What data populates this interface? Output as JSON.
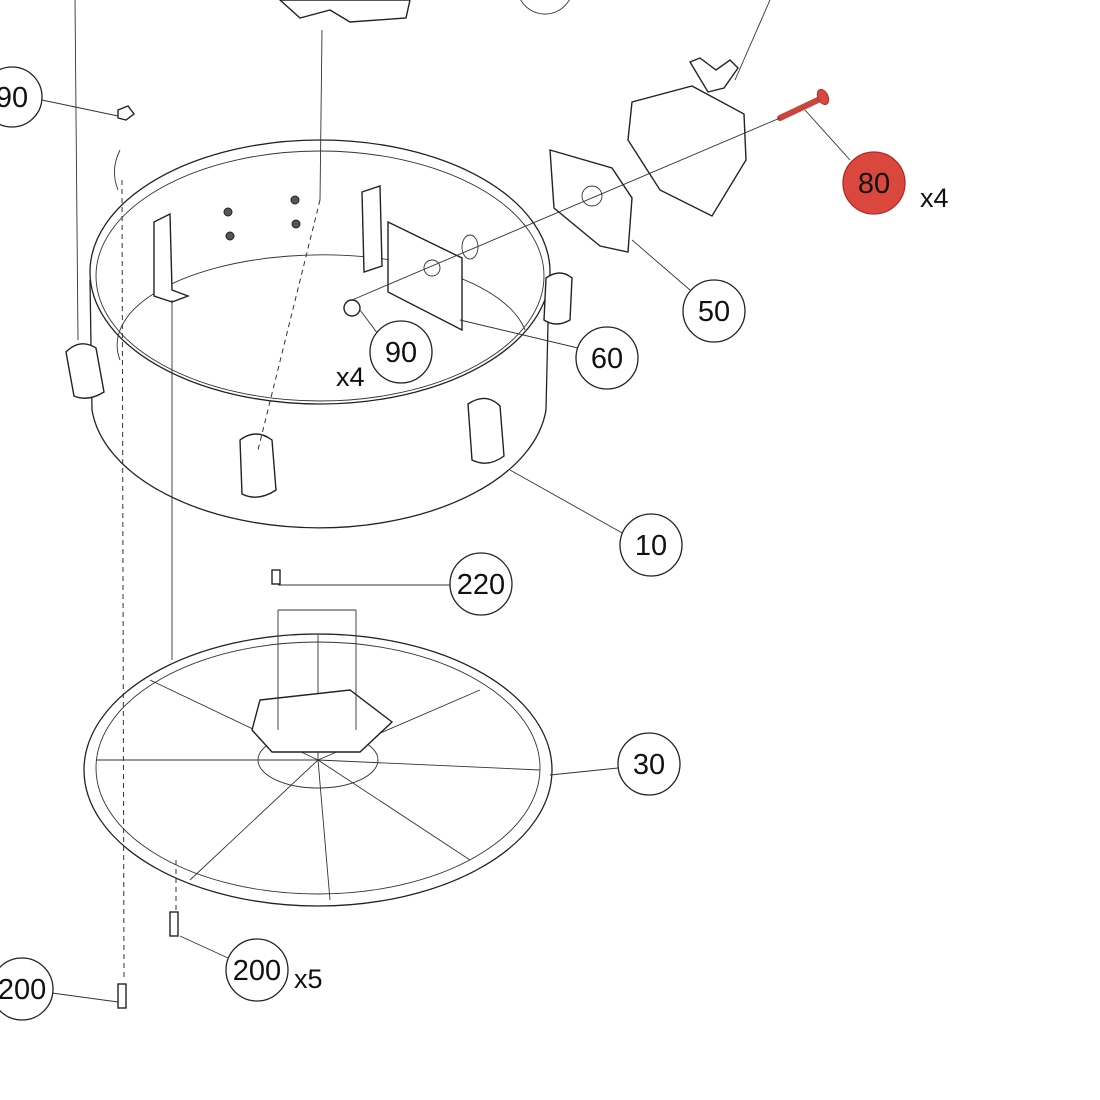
{
  "diagram": {
    "accent_color": "#d9473d",
    "callouts": [
      {
        "label": "90"
      },
      {
        "label": "80",
        "quantity": "x4",
        "highlighted": true
      },
      {
        "label": "50"
      },
      {
        "label": "60"
      },
      {
        "label": "90",
        "quantity": "x4"
      },
      {
        "label": "10"
      },
      {
        "label": "220"
      },
      {
        "label": "30"
      },
      {
        "label": "200",
        "quantity": "x5"
      },
      {
        "label": "200"
      }
    ]
  }
}
